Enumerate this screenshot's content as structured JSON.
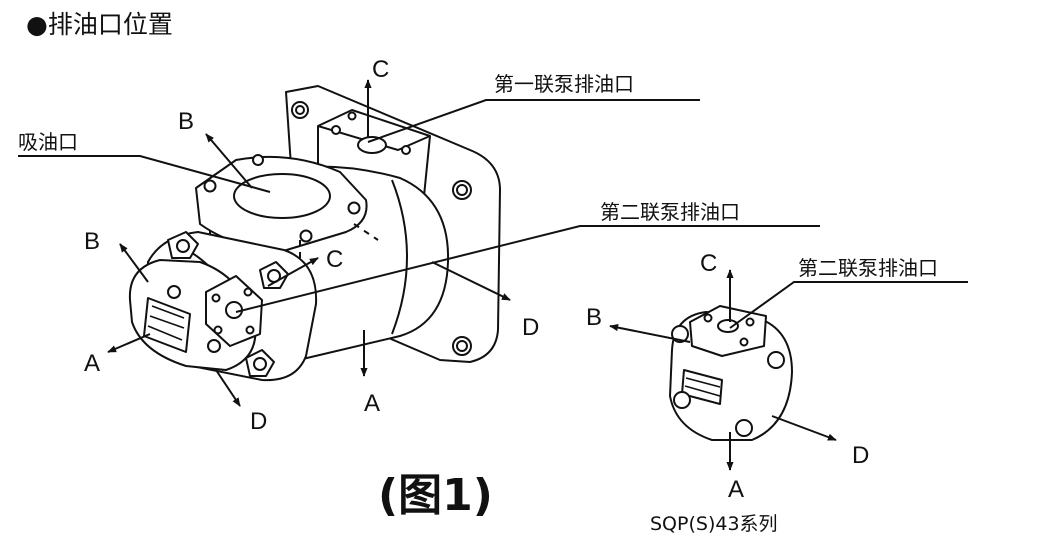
{
  "title": "●排油口位置",
  "figure_label": "(图1)",
  "series_label": "SQP(S)43系列",
  "callouts": {
    "suction_port": "吸油口",
    "first_pump_discharge": "第一联泵排油口",
    "second_pump_discharge": "第二联泵排油口",
    "second_pump_discharge_small": "第二联泵排油口"
  },
  "directions": {
    "a": "A",
    "b": "B",
    "c": "C",
    "d": "D"
  }
}
